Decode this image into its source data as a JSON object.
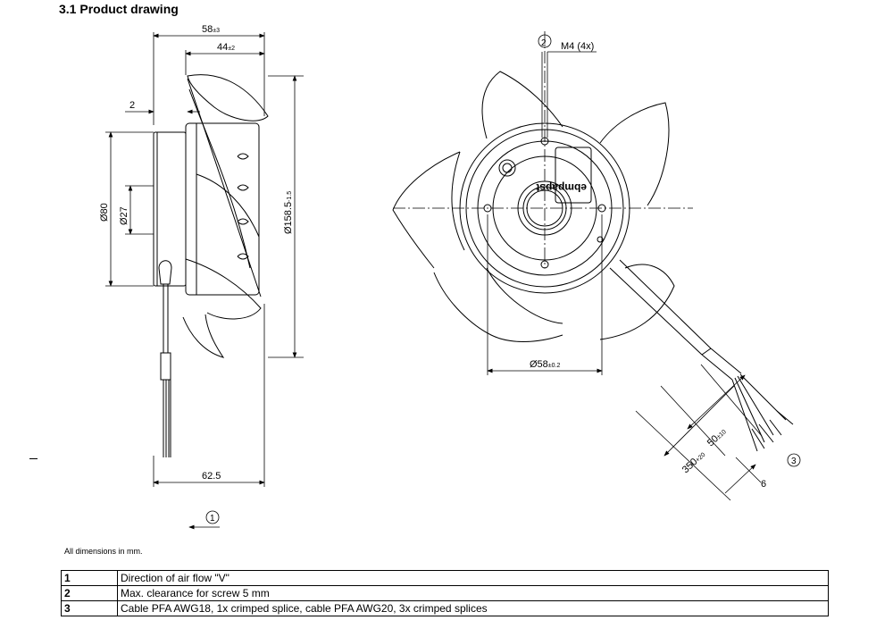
{
  "page": {
    "title": "3.1 Product drawing",
    "note": "All dimensions in mm."
  },
  "dimensions": {
    "width_58": "58",
    "width_58_tol": "±3",
    "width_44": "44",
    "width_44_tol": "±2",
    "gap_2": "2",
    "dia_80": "Ø80",
    "dia_27": "Ø27",
    "dia_158": "Ø158.5",
    "dia_158_tol": "-1.5",
    "length_62": "62.5",
    "callout_2": "2",
    "screw_label": "M4 (4x)",
    "dia_58": "Ø58",
    "dia_58_tol": "±0.2",
    "len_50": "50",
    "len_50_tol": "±10",
    "len_350": "350",
    "len_350_tol": "+20",
    "len_6": "6",
    "callout_3": "3",
    "callout_1": "1"
  },
  "legend": [
    {
      "num": "1",
      "text": "Direction of air flow \"V\""
    },
    {
      "num": "2",
      "text": "Max. clearance for screw 5 mm"
    },
    {
      "num": "3",
      "text": "Cable PFA AWG18, 1x crimped splice, cable PFA AWG20, 3x crimped splices"
    }
  ]
}
